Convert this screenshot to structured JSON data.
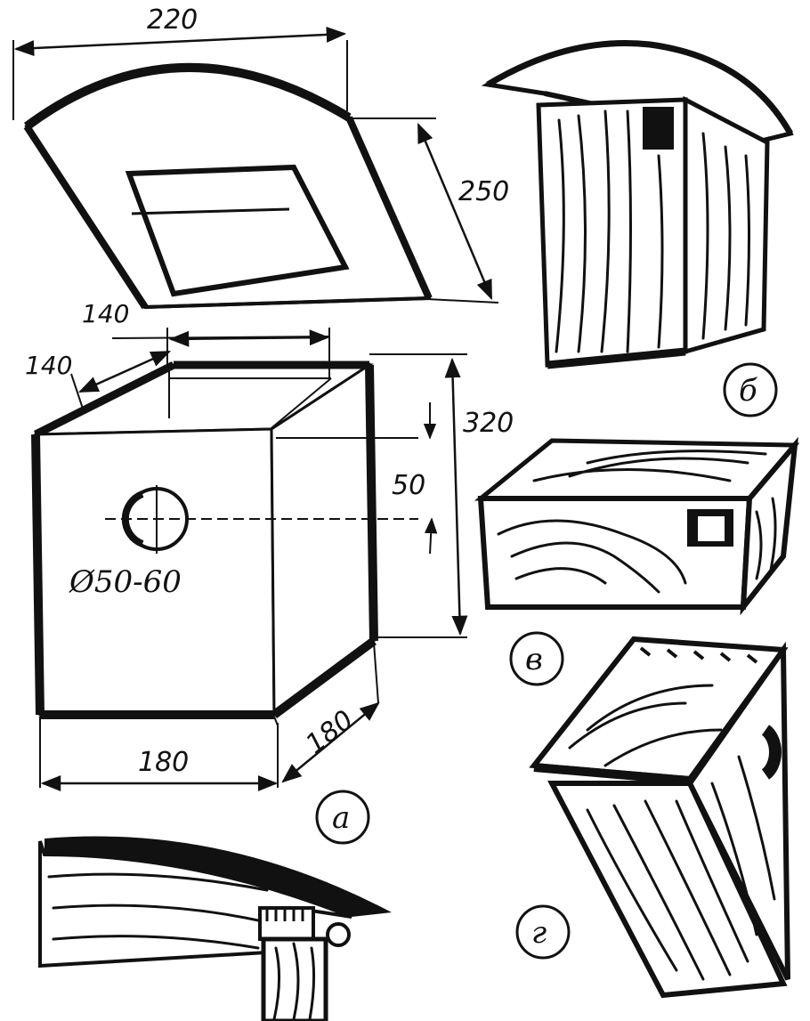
{
  "dimensions": {
    "roof_width": "220",
    "roof_depth": "250",
    "top_width": "140",
    "top_depth": "140",
    "height": "320",
    "hole_offset": "50",
    "base_width": "180",
    "base_depth": "180",
    "hole_diameter": "Ø50-60"
  },
  "labels": {
    "a": "а",
    "b": "б",
    "v": "в",
    "g": "г"
  },
  "colors": {
    "ink": "#111111",
    "paper": "#ffffff"
  }
}
